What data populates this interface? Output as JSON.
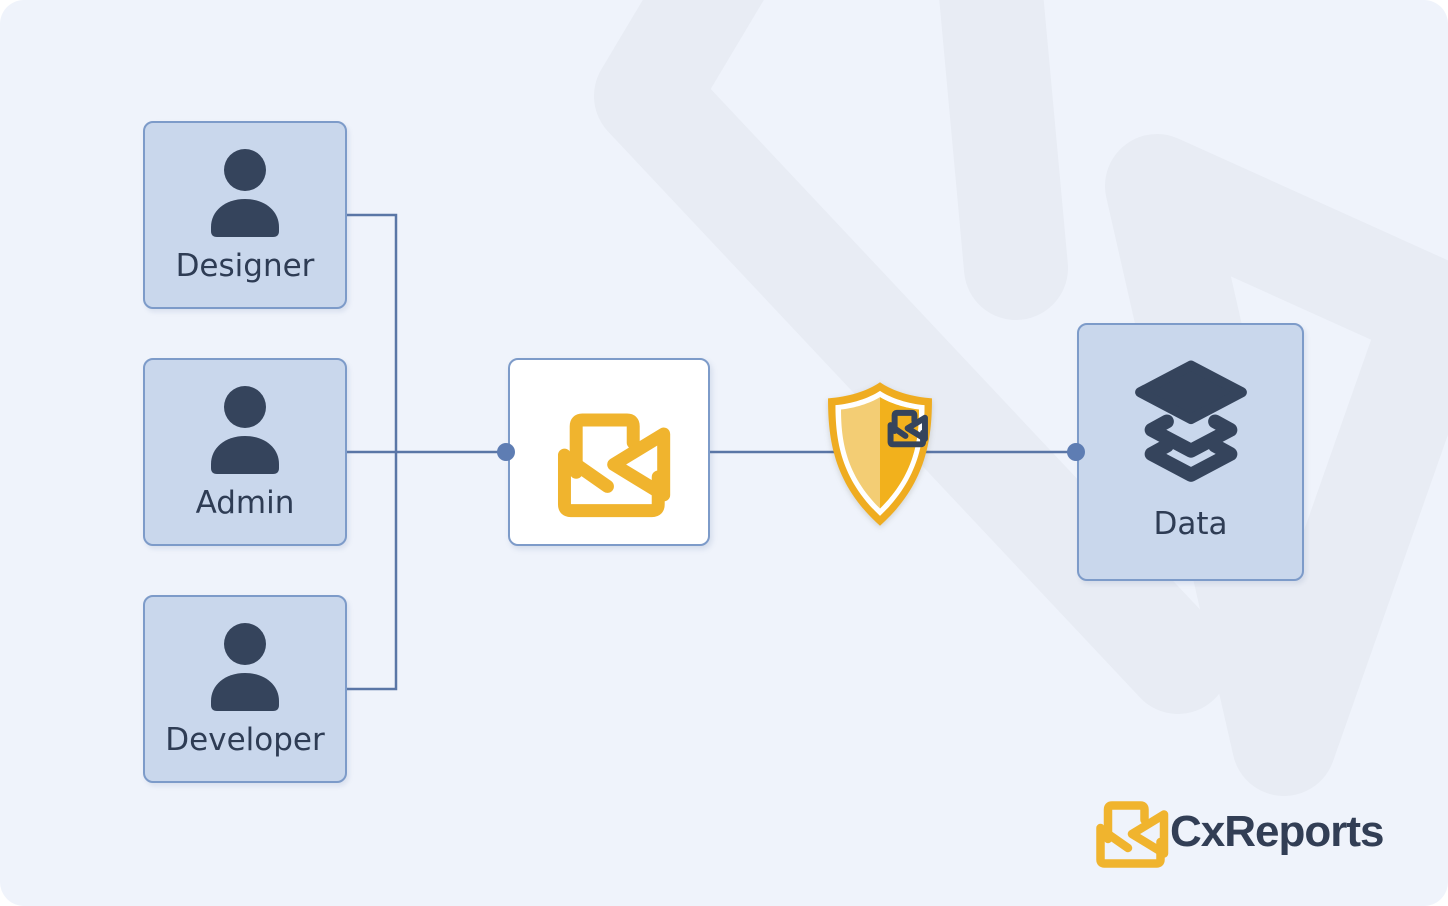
{
  "nodes": {
    "actors": [
      {
        "id": "designer",
        "label": "Designer",
        "icon": "person-icon"
      },
      {
        "id": "admin",
        "label": "Admin",
        "icon": "person-icon"
      },
      {
        "id": "developer",
        "label": "Developer",
        "icon": "person-icon"
      }
    ],
    "processor": {
      "id": "cxreports-engine",
      "icon": "cxreports-envelope-icon"
    },
    "security": {
      "id": "security-gateway",
      "icon": "shield-icon",
      "badge_icon": "cxreports-envelope-icon"
    },
    "datastore": {
      "id": "data",
      "label": "Data",
      "icon": "layers-stack-icon"
    }
  },
  "branding": {
    "name": "CxReports",
    "icon": "cxreports-envelope-icon"
  },
  "background": {
    "watermark_icon": "cxreports-logo-watermark"
  },
  "colors": {
    "bg": "#eff3fb",
    "watermark": "#e8ecf4",
    "node_fill": "#c9d7ec",
    "node_border": "#7d9bc9",
    "icon_ink": "#35445c",
    "label_text": "#2e3c54",
    "connector_line": "#5a76a6",
    "connector_dot": "#5e7db3",
    "brand_gold": "#f0b42e",
    "shield_border": "#efac20",
    "shield_light": "#f3cd74",
    "shield_dark": "#f2b11c",
    "brand_text": "#323e55",
    "box_white": "#ffffff"
  }
}
